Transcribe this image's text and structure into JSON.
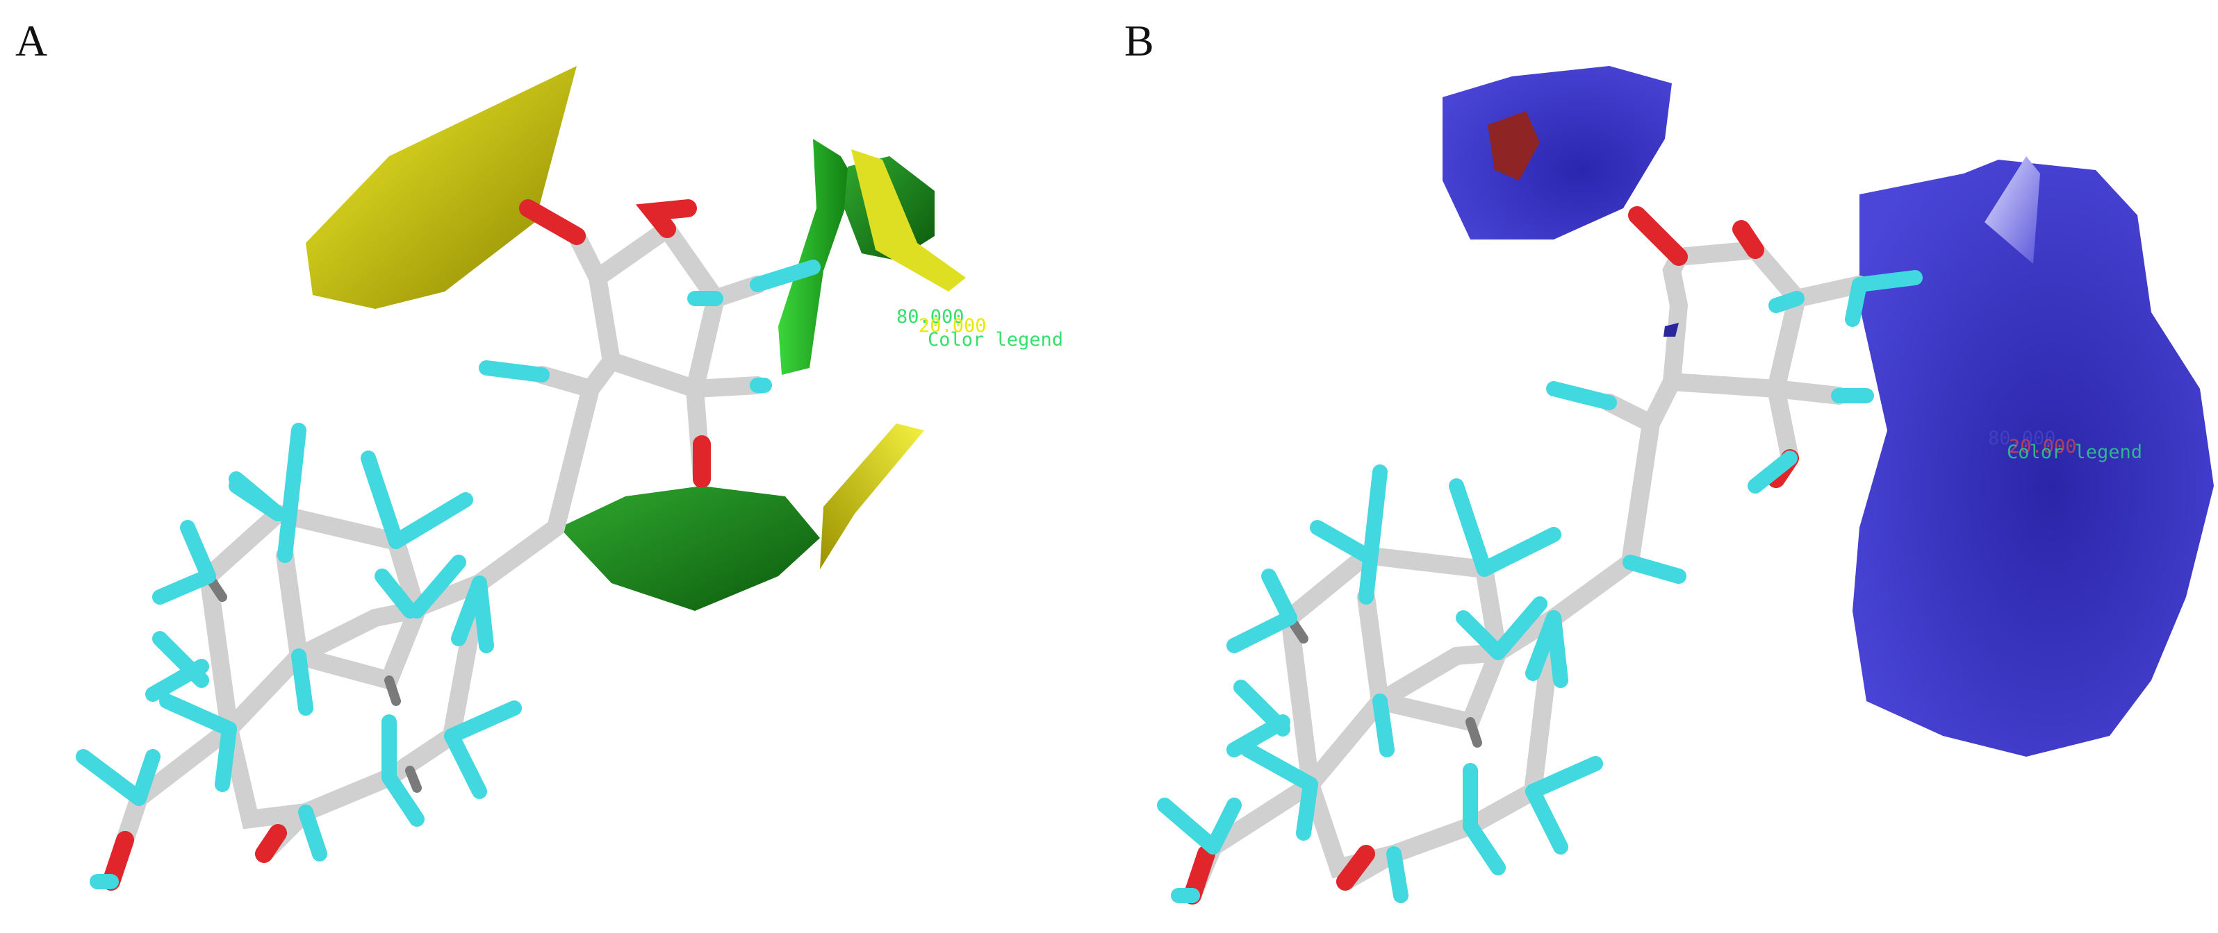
{
  "panels": [
    {
      "label": "A",
      "legend_value": "80.000",
      "legend_overlay_value": "20.000",
      "legend_title": "Color legend",
      "colors": {
        "favored": "#1f8a1f",
        "disfavored": "#d6d200",
        "legend_text": "#37e06a",
        "legend_alt": "#e7e900"
      }
    },
    {
      "label": "B",
      "legend_value": "80.000",
      "legend_overlay_value": "20.000",
      "legend_title": "Color legend",
      "colors": {
        "favored": "#3a33c8",
        "disfavored": "#8a2020",
        "legend_text": "#2fb890",
        "legend_alt": "#4040c0"
      }
    }
  ],
  "molecule": {
    "bond_color": "#d8d8d8",
    "hydrogen_color": "#41d8e0",
    "oxygen_color": "#e0262a"
  }
}
